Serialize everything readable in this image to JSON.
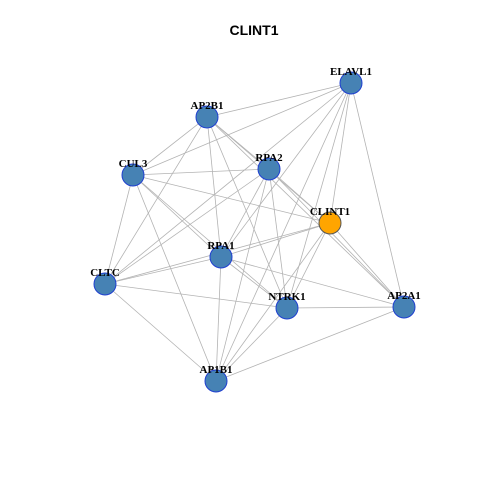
{
  "title": "CLINT1",
  "colors": {
    "node_default": "#4682b4",
    "node_default_border": "#1f3fd0",
    "node_focus": "#ffa500",
    "node_focus_border": "#555555",
    "edge": "#b3b3b3"
  },
  "nodes": [
    {
      "id": "ELAVL1",
      "label": "ELAVL1",
      "focus": false
    },
    {
      "id": "AP2B1",
      "label": "AP2B1",
      "focus": false
    },
    {
      "id": "CUL3",
      "label": "CUL3",
      "focus": false
    },
    {
      "id": "RPA2",
      "label": "RPA2",
      "focus": false
    },
    {
      "id": "CLINT1",
      "label": "CLINT1",
      "focus": true
    },
    {
      "id": "RPA1",
      "label": "RPA1",
      "focus": false
    },
    {
      "id": "CLTC",
      "label": "CLTC",
      "focus": false
    },
    {
      "id": "NTRK1",
      "label": "NTRK1",
      "focus": false
    },
    {
      "id": "AP2A1",
      "label": "AP2A1",
      "focus": false
    },
    {
      "id": "AP1B1",
      "label": "AP1B1",
      "focus": false
    }
  ],
  "edges": [
    [
      "ELAVL1",
      "AP2B1"
    ],
    [
      "ELAVL1",
      "CUL3"
    ],
    [
      "ELAVL1",
      "CLINT1"
    ],
    [
      "ELAVL1",
      "RPA1"
    ],
    [
      "ELAVL1",
      "CLTC"
    ],
    [
      "ELAVL1",
      "NTRK1"
    ],
    [
      "ELAVL1",
      "AP2A1"
    ],
    [
      "ELAVL1",
      "AP1B1"
    ],
    [
      "AP2B1",
      "CUL3"
    ],
    [
      "AP2B1",
      "RPA2"
    ],
    [
      "AP2B1",
      "CLINT1"
    ],
    [
      "AP2B1",
      "RPA1"
    ],
    [
      "AP2B1",
      "CLTC"
    ],
    [
      "AP2B1",
      "NTRK1"
    ],
    [
      "AP2B1",
      "AP2A1"
    ],
    [
      "CUL3",
      "RPA2"
    ],
    [
      "CUL3",
      "CLINT1"
    ],
    [
      "CUL3",
      "RPA1"
    ],
    [
      "CUL3",
      "CLTC"
    ],
    [
      "CUL3",
      "NTRK1"
    ],
    [
      "CUL3",
      "AP1B1"
    ],
    [
      "RPA2",
      "CLINT1"
    ],
    [
      "RPA2",
      "RPA1"
    ],
    [
      "RPA2",
      "CLTC"
    ],
    [
      "RPA2",
      "NTRK1"
    ],
    [
      "RPA2",
      "AP2A1"
    ],
    [
      "RPA2",
      "AP1B1"
    ],
    [
      "CLINT1",
      "RPA1"
    ],
    [
      "CLINT1",
      "CLTC"
    ],
    [
      "CLINT1",
      "NTRK1"
    ],
    [
      "CLINT1",
      "AP2A1"
    ],
    [
      "CLINT1",
      "AP1B1"
    ],
    [
      "RPA1",
      "CLTC"
    ],
    [
      "RPA1",
      "NTRK1"
    ],
    [
      "RPA1",
      "AP2A1"
    ],
    [
      "RPA1",
      "AP1B1"
    ],
    [
      "CLTC",
      "NTRK1"
    ],
    [
      "CLTC",
      "AP1B1"
    ],
    [
      "NTRK1",
      "AP2A1"
    ],
    [
      "NTRK1",
      "AP1B1"
    ],
    [
      "AP2A1",
      "AP1B1"
    ]
  ]
}
